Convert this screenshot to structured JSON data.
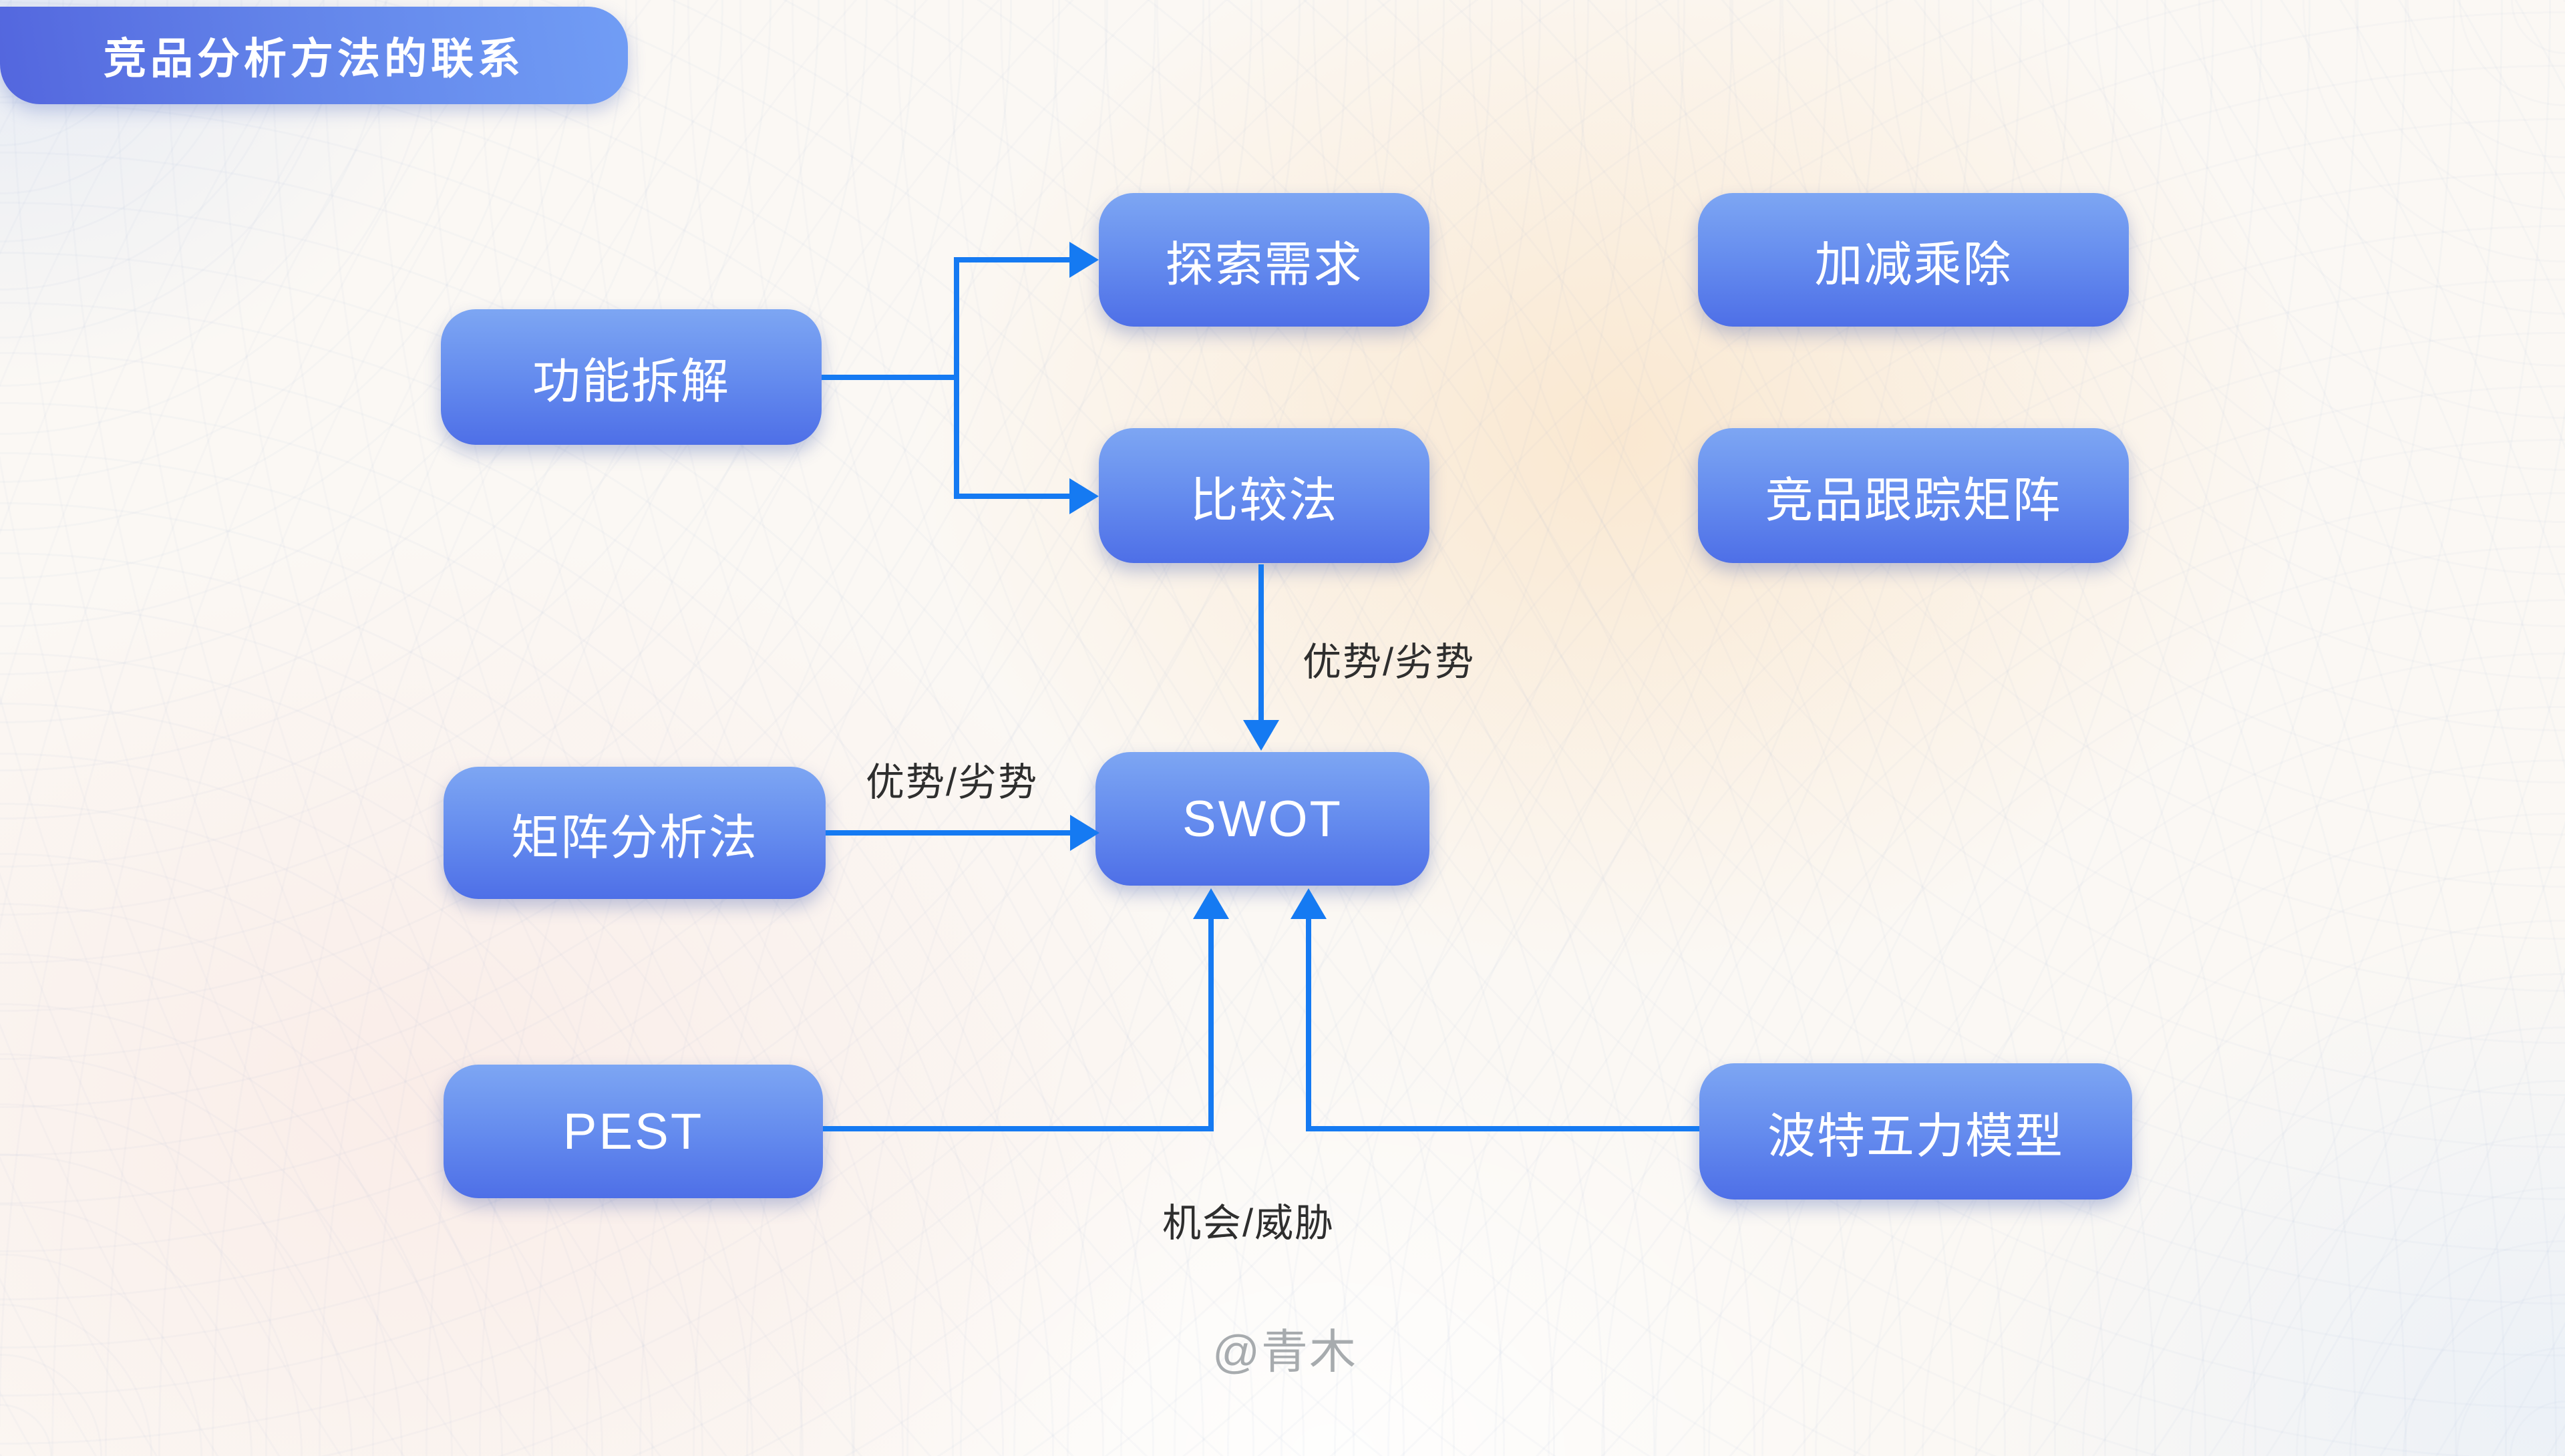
{
  "title": "竞品分析方法的联系",
  "watermark": "@青木",
  "colors": {
    "connector": "#157af2",
    "node_gradient_top": "#7da6f3",
    "node_gradient_bottom": "#4e6fe7",
    "badge_gradient_left": "#5366de",
    "badge_gradient_right": "#719df5",
    "edge_label_text": "#2e2e2e",
    "watermark_text": "#a7abae"
  },
  "nodes": {
    "feature_decomposition": {
      "label": "功能拆解"
    },
    "explore_demand": {
      "label": "探索需求"
    },
    "comparison_method": {
      "label": "比较法"
    },
    "add_subtract_multiply_divide": {
      "label": "加减乘除"
    },
    "competitor_tracking_matrix": {
      "label": "竞品跟踪矩阵"
    },
    "matrix_analysis": {
      "label": "矩阵分析法"
    },
    "swot": {
      "label": "SWOT"
    },
    "pest": {
      "label": "PEST"
    },
    "porter_five_forces": {
      "label": "波特五力模型"
    }
  },
  "edge_labels": {
    "comparison_to_swot": "优势/劣势",
    "matrix_to_swot": "优势/劣势",
    "pest_porter_to_swot": "机会/威胁"
  }
}
